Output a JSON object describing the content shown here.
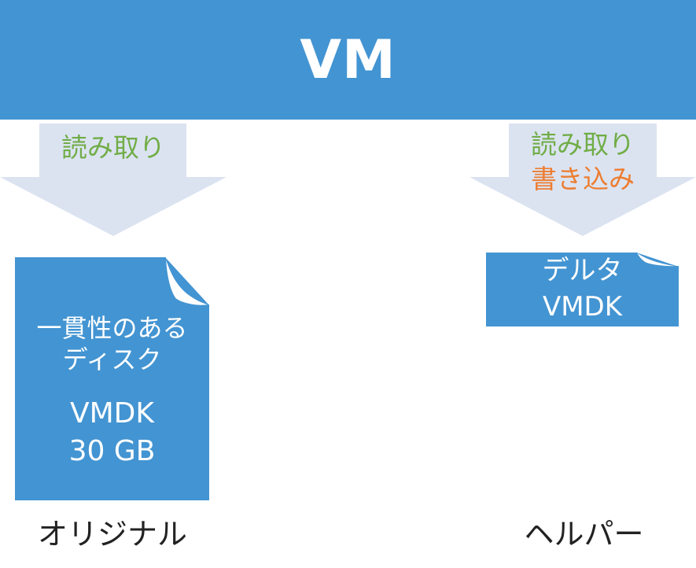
{
  "vm": {
    "title": "VM"
  },
  "left": {
    "arrow_label": "読み取り",
    "disk": {
      "line1": "一貫性のある",
      "line2": "ディスク",
      "line3": "VMDK",
      "line4": "30 GB"
    },
    "caption": "オリジナル"
  },
  "right": {
    "arrow_read_label": "読み取り",
    "arrow_write_label": "書き込み",
    "disk": {
      "line1": "デルタ",
      "line2": "VMDK"
    },
    "caption": "ヘルパー"
  },
  "colors": {
    "vm_bar": "#4394d2",
    "arrow_fill": "#dbe3f1",
    "doc_fill": "#4394d2",
    "read_text": "#71ad47",
    "write_text": "#ed7d31"
  },
  "icons": [
    "down-arrow",
    "document-icon"
  ]
}
